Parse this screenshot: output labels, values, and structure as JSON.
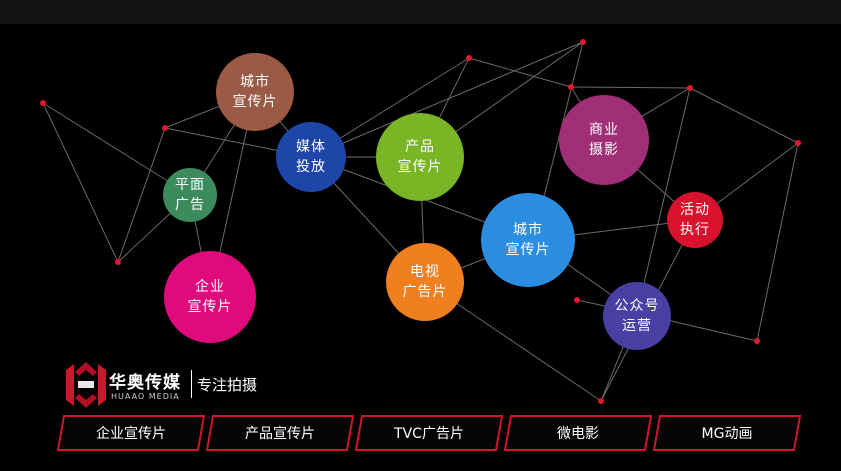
{
  "bubbles": [
    {
      "id": "city-promo-top",
      "text": "城市\n宣传片",
      "color": "#9b5a45"
    },
    {
      "id": "media-placement",
      "text": "媒体\n投放",
      "color": "#1e46a8"
    },
    {
      "id": "product-promo",
      "text": "产品\n宣传片",
      "color": "#7ab525"
    },
    {
      "id": "commercial-photo",
      "text": "商业\n摄影",
      "color": "#a02f78"
    },
    {
      "id": "print-ad",
      "text": "平面\n广告",
      "color": "#3c8b5c"
    },
    {
      "id": "event-execution",
      "text": "活动\n执行",
      "color": "#d8122d"
    },
    {
      "id": "city-promo-center",
      "text": "城市\n宣传片",
      "color": "#2c8ee0"
    },
    {
      "id": "tv-commercial",
      "text": "电视\n广告片",
      "color": "#f07f20"
    },
    {
      "id": "corporate-promo",
      "text": "企业\n宣传片",
      "color": "#e00a7c"
    },
    {
      "id": "official-account",
      "text": "公众号\n运营",
      "color": "#4a3fa3"
    }
  ],
  "brand": {
    "name_cn": "华奥传媒",
    "name_en": "HUAAO MEDIA",
    "slogan": "专注拍摄",
    "accent": "#d0162a"
  },
  "tabs": [
    {
      "label": "企业宣传片"
    },
    {
      "label": "产品宣传片"
    },
    {
      "label": "TVC广告片"
    },
    {
      "label": "微电影"
    },
    {
      "label": "MG动画"
    }
  ]
}
